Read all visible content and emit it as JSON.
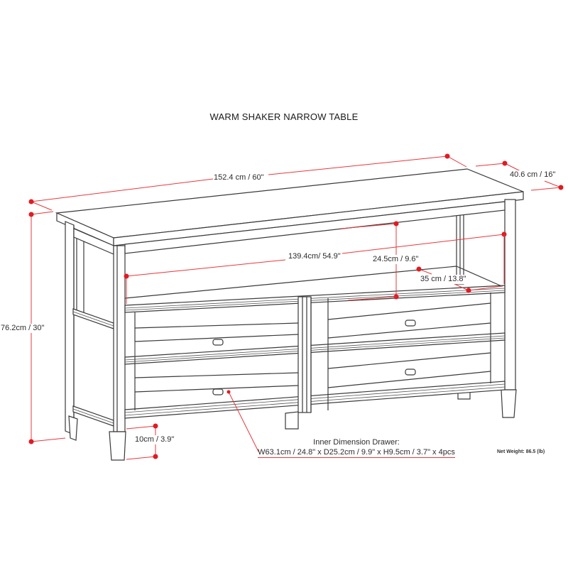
{
  "title": "WARM SHAKER NARROW TABLE",
  "dimensions": {
    "overall_width": "152.4 cm / 60\"",
    "overall_depth": "40.6 cm / 16\"",
    "overall_height": "76.2cm / 30\"",
    "inner_width": "139.4cm/ 54.9\"",
    "open_shelf_height": "24.5cm / 9.6\"",
    "shelf_depth": "35 cm / 13.8\"",
    "floor_clearance": "10cm / 3.9\""
  },
  "inner_drawer": {
    "heading": "Inner Dimension Drawer:",
    "spec": "W63.1cm / 24.8\" x D25.2cm / 9.9\" x H9.5cm / 3.7\" x 4pcs"
  },
  "net_weight": "Net Weight:  86.5 (lb)",
  "colors": {
    "dimension_line": "#e8383d",
    "dimension_dot": "#e01b22",
    "outline": "#3a3a3a"
  }
}
